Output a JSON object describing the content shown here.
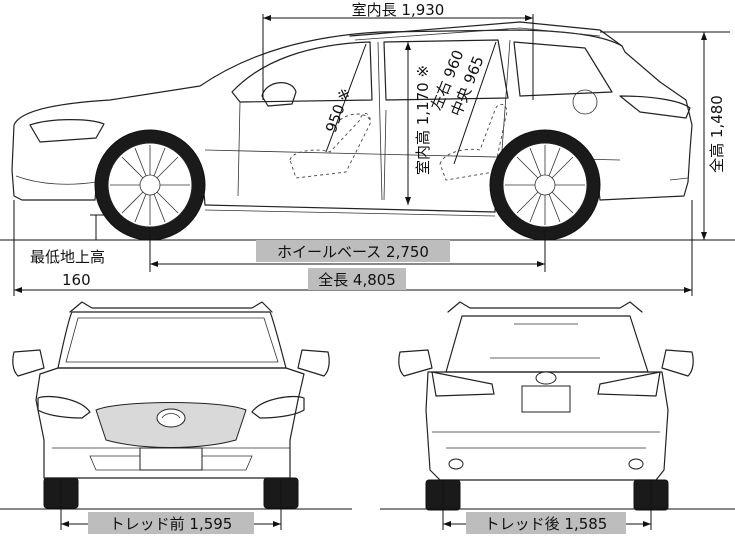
{
  "dimensions": {
    "interior_length": "室内長 1,930",
    "headroom_front": "950 ※",
    "interior_height": "室内高 1,170 ※",
    "interior_width_lr": "左右 960",
    "interior_width_center": "中央 965",
    "overall_height": "全高 1,480",
    "ground_clearance_label": "最低地上高",
    "ground_clearance_value": "160",
    "wheelbase": "ホイールベース 2,750",
    "overall_length": "全長 4,805",
    "tread_front": "トレッド前 1,595",
    "tread_rear": "トレッド後 1,585"
  },
  "views": [
    "side-view",
    "front-view",
    "rear-view"
  ]
}
